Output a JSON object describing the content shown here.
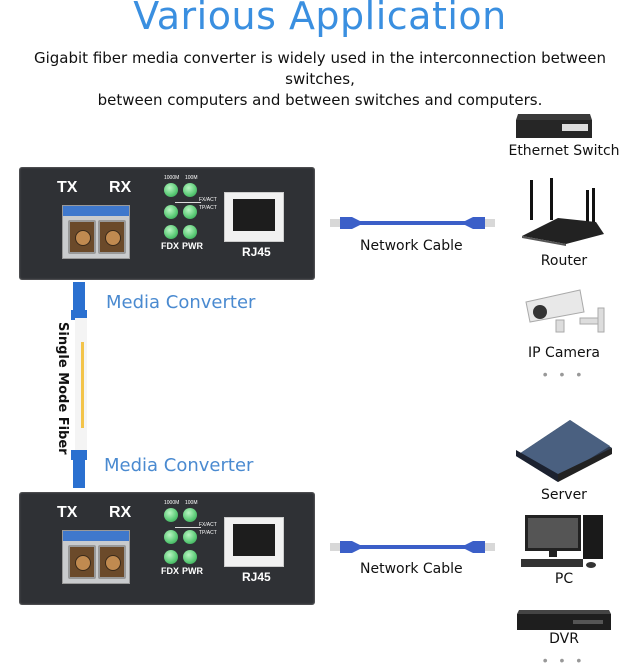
{
  "header": {
    "title": "Various Application",
    "subtitle_line1": "Gigabit fiber media converter is widely used in the interconnection between switches,",
    "subtitle_line2": "between computers and between switches and computers."
  },
  "converter": {
    "tx": "TX",
    "rx": "RX",
    "led_1000m": "1000M",
    "led_100m": "100M",
    "fx_act": "FX/ACT",
    "tp_act": "TP/ACT",
    "fdx": "FDX",
    "pwr": "PWR",
    "rj45": "RJ45"
  },
  "fiber": {
    "label": "Single Mode Fiber",
    "top_label": "Media Converter",
    "bottom_label": "Media Converter"
  },
  "cables": {
    "top": "Network Cable",
    "bottom": "Network Cable"
  },
  "devices": {
    "group1": [
      "Ethernet Switch",
      "Router",
      "IP Camera"
    ],
    "group2": [
      "Server",
      "PC",
      "DVR"
    ],
    "more": "• • •"
  },
  "colors": {
    "title": "#3a8fe0",
    "media_label": "#4a8ad0",
    "converter_body": "#2f3135",
    "cable": "#3b5fc8",
    "fiber_yellow": "#f3c44a"
  }
}
